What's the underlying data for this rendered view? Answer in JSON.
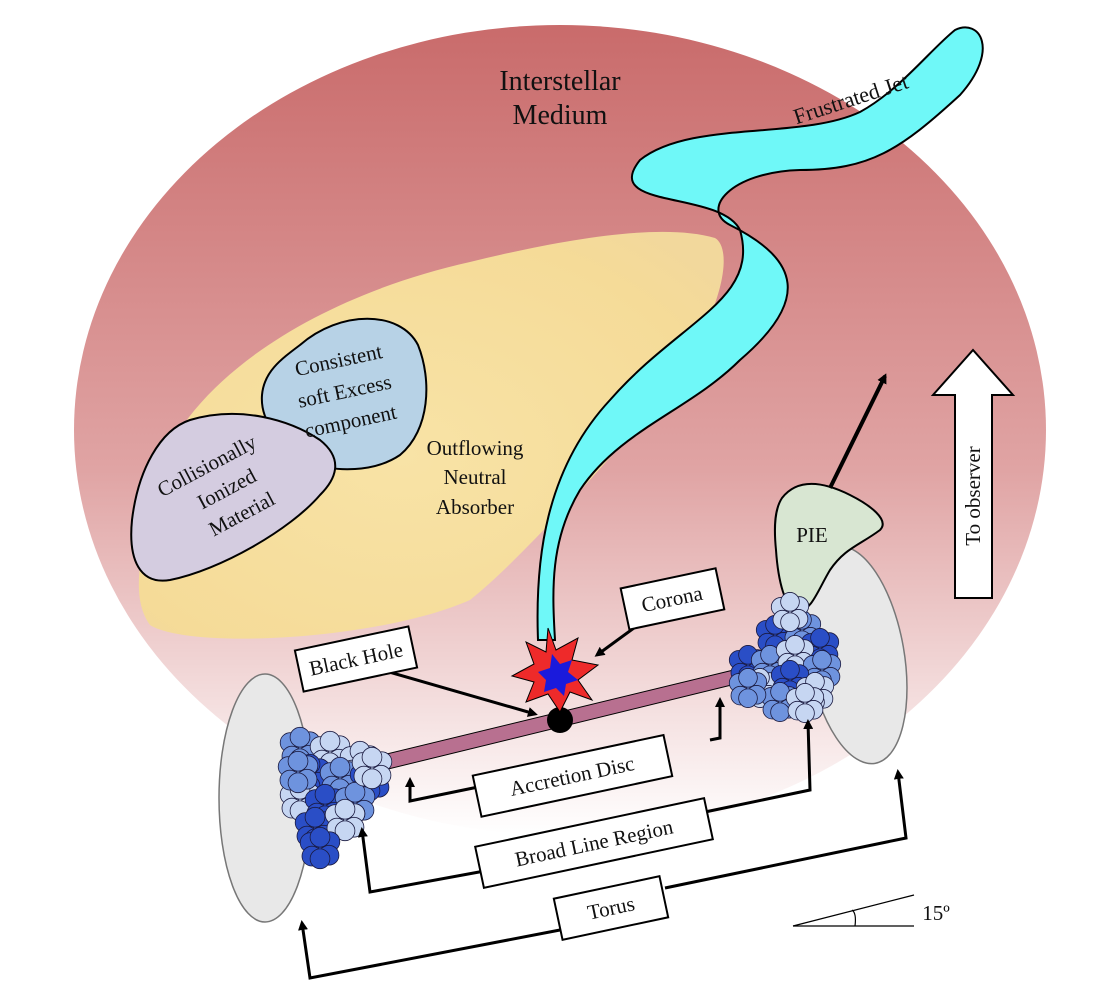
{
  "labels": {
    "ism_line1": "Interstellar",
    "ism_line2": "Medium",
    "jet": "Frustrated Jet",
    "soft_line1": "Consistent",
    "soft_line2": "soft Excess",
    "soft_line3": "component",
    "ci_line1": "Collisionally",
    "ci_line2": "Ionized",
    "ci_line3": "Material",
    "absorber_line1": "Outflowing",
    "absorber_line2": "Neutral",
    "absorber_line3": "Absorber",
    "pie": "PIE",
    "observer": "To observer",
    "corona": "Corona",
    "black_hole": "Black Hole",
    "accretion_disc": "Accretion Disc",
    "blr": "Broad Line Region",
    "torus": "Torus",
    "angle": "15º"
  },
  "colors": {
    "ism_top": "#c96b6b",
    "ism_bottom": "#ffffff",
    "absorber": "#f6dfa0",
    "jet": "#6ff8f8",
    "soft_excess": "#b7d2e6",
    "collisional": "#d4cce0",
    "pie": "#d8e6d2",
    "disc": "#b87090",
    "torus": "#e8e8e8",
    "corona_outer": "#ee2a2a",
    "corona_inner": "#1a1adc",
    "cloud_dark": "#2a4ec6",
    "cloud_mid": "#6e93de",
    "cloud_light": "#c6d6f2"
  }
}
